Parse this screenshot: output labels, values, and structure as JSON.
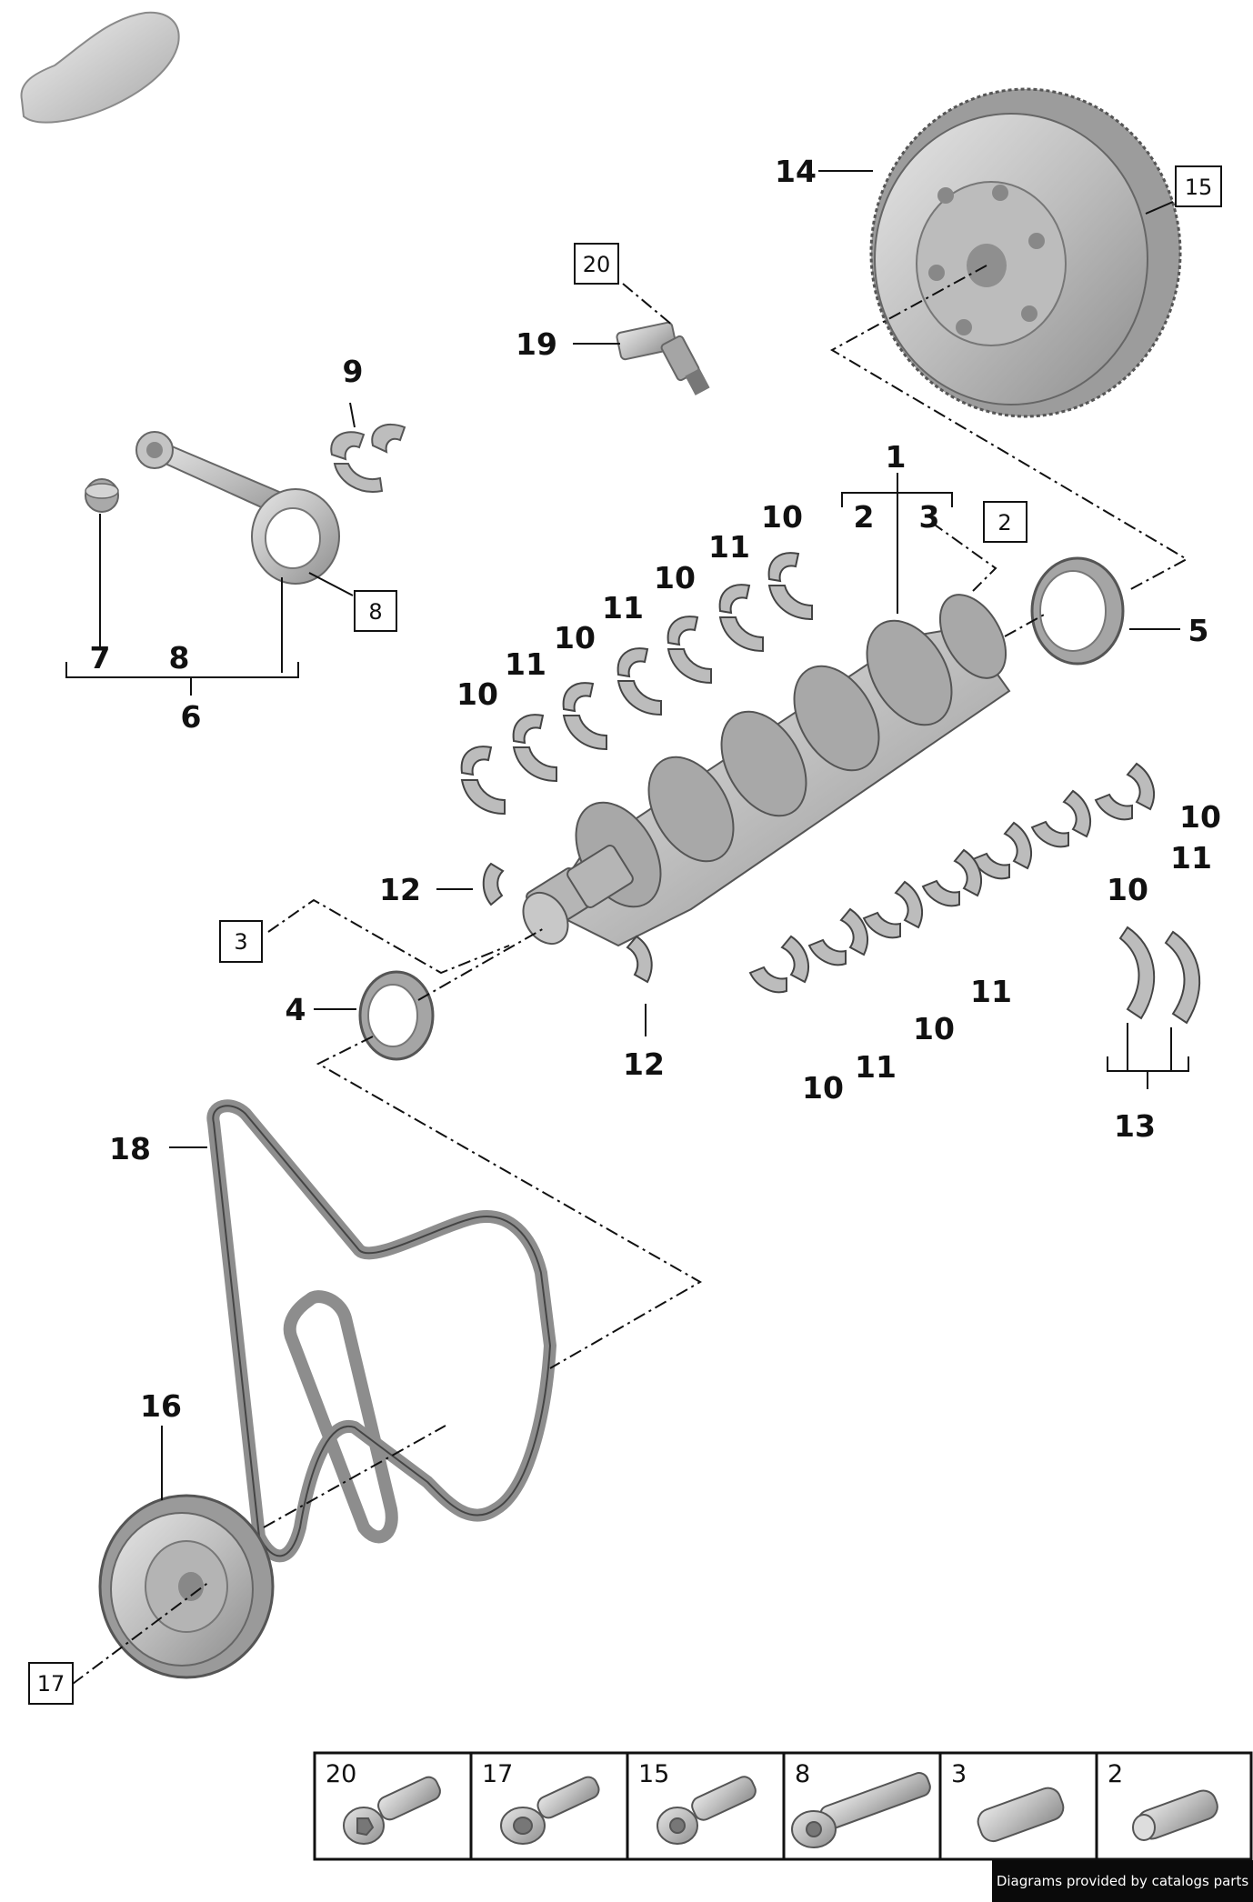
{
  "callouts": {
    "c1": "1",
    "c2": "2",
    "c3": "3",
    "c4": "4",
    "c5": "5",
    "c6": "6",
    "c7": "7",
    "c8": "8",
    "c9": "9",
    "c10": "10",
    "c11": "11",
    "c12": "12",
    "c13": "13",
    "c14": "14",
    "c16": "16",
    "c18": "18",
    "c19": "19"
  },
  "boxed_callouts": {
    "b2": "2",
    "b3": "3",
    "b8": "8",
    "b15": "15",
    "b17": "17",
    "b20": "20"
  },
  "fastener_table": [
    {
      "ref": "20"
    },
    {
      "ref": "17"
    },
    {
      "ref": "15"
    },
    {
      "ref": "8"
    },
    {
      "ref": "3"
    },
    {
      "ref": "2"
    }
  ],
  "footer": {
    "credit": "Diagrams provided by catalogs parts"
  },
  "colors": {
    "part_fill": "#c9c9c9",
    "part_dark": "#9a9a9a",
    "line": "#111111"
  }
}
